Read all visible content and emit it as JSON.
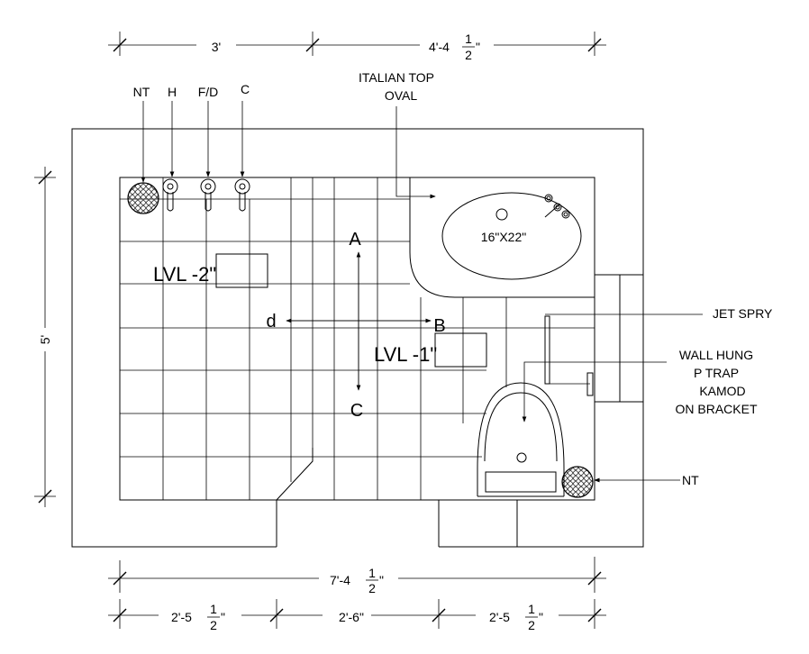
{
  "dimensions": {
    "top_left": "3'",
    "top_right_main": "4'-4",
    "top_right_frac_num": "1",
    "top_right_frac_den": "2",
    "top_right_suffix": "\"",
    "left_vertical": "5'",
    "bottom_total_main": "7'-4",
    "bottom_total_frac_num": "1",
    "bottom_total_frac_den": "2",
    "bottom_total_suffix": "\"",
    "bottom_left_main": "2'-5",
    "bottom_left_frac_num": "1",
    "bottom_left_frac_den": "2",
    "bottom_left_suffix": "\"",
    "bottom_mid": "2'-6\"",
    "bottom_right_main": "2'-5",
    "bottom_right_frac_num": "1",
    "bottom_right_frac_den": "2",
    "bottom_right_suffix": "\""
  },
  "fixtures": {
    "nt_top": "NT",
    "h": "H",
    "fd": "F/D",
    "c": "C",
    "italian_line1": "ITALIAN TOP",
    "italian_line2": "OVAL",
    "basin_size": "16\"X22\"",
    "jet_spray": "JET SPRY",
    "wc_line1": "WALL HUNG",
    "wc_line2": "P TRAP",
    "wc_line3": "KAMOD",
    "wc_line4": "ON BRACKET",
    "nt_bottom": "NT"
  },
  "levels": {
    "lvl2": "LVL -2\"",
    "lvl1": "LVL -1\""
  },
  "slope_points": {
    "a": "A",
    "b": "B",
    "c": "C",
    "d": "d"
  }
}
